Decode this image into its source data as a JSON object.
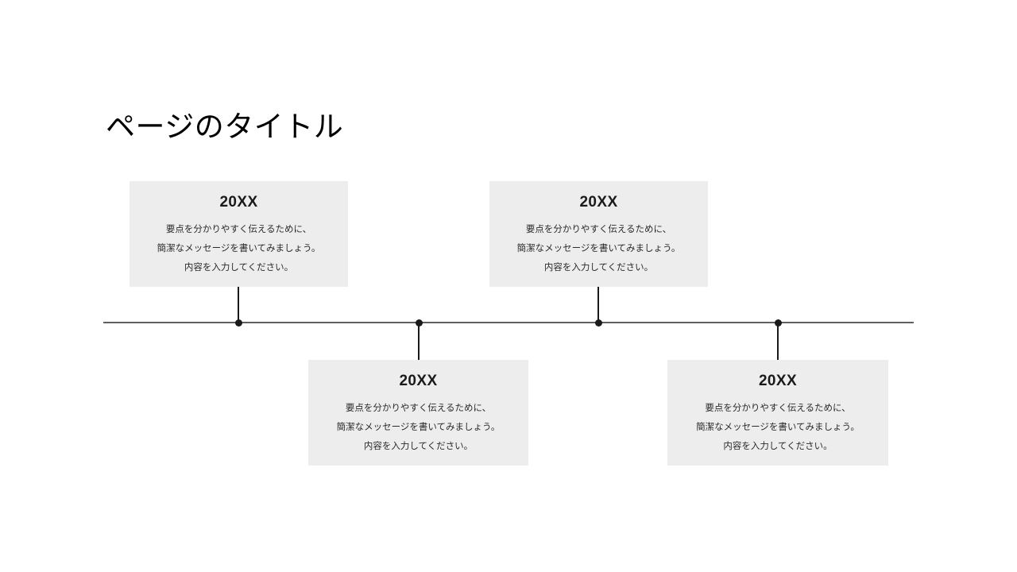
{
  "slide": {
    "background_color": "#ffffff",
    "title": "ページのタイトル"
  },
  "timeline": {
    "axis_color": "#5f5f5f",
    "dot_color": "#1a1a1a",
    "stem_color": "#1a1a1a",
    "card_background": "#ededed",
    "milestones": [
      {
        "year": "20XX",
        "position": "above",
        "body_lines": [
          "要点を分かりやすく伝えるために、",
          "簡潔なメッセージを書いてみましょう。",
          "内容を入力してください。"
        ]
      },
      {
        "year": "20XX",
        "position": "below",
        "body_lines": [
          "要点を分かりやすく伝えるために、",
          "簡潔なメッセージを書いてみましょう。",
          "内容を入力してください。"
        ]
      },
      {
        "year": "20XX",
        "position": "above",
        "body_lines": [
          "要点を分かりやすく伝えるために、",
          "簡潔なメッセージを書いてみましょう。",
          "内容を入力してください。"
        ]
      },
      {
        "year": "20XX",
        "position": "below",
        "body_lines": [
          "要点を分かりやすく伝えるために、",
          "簡潔なメッセージを書いてみましょう。",
          "内容を入力してください。"
        ]
      }
    ]
  }
}
